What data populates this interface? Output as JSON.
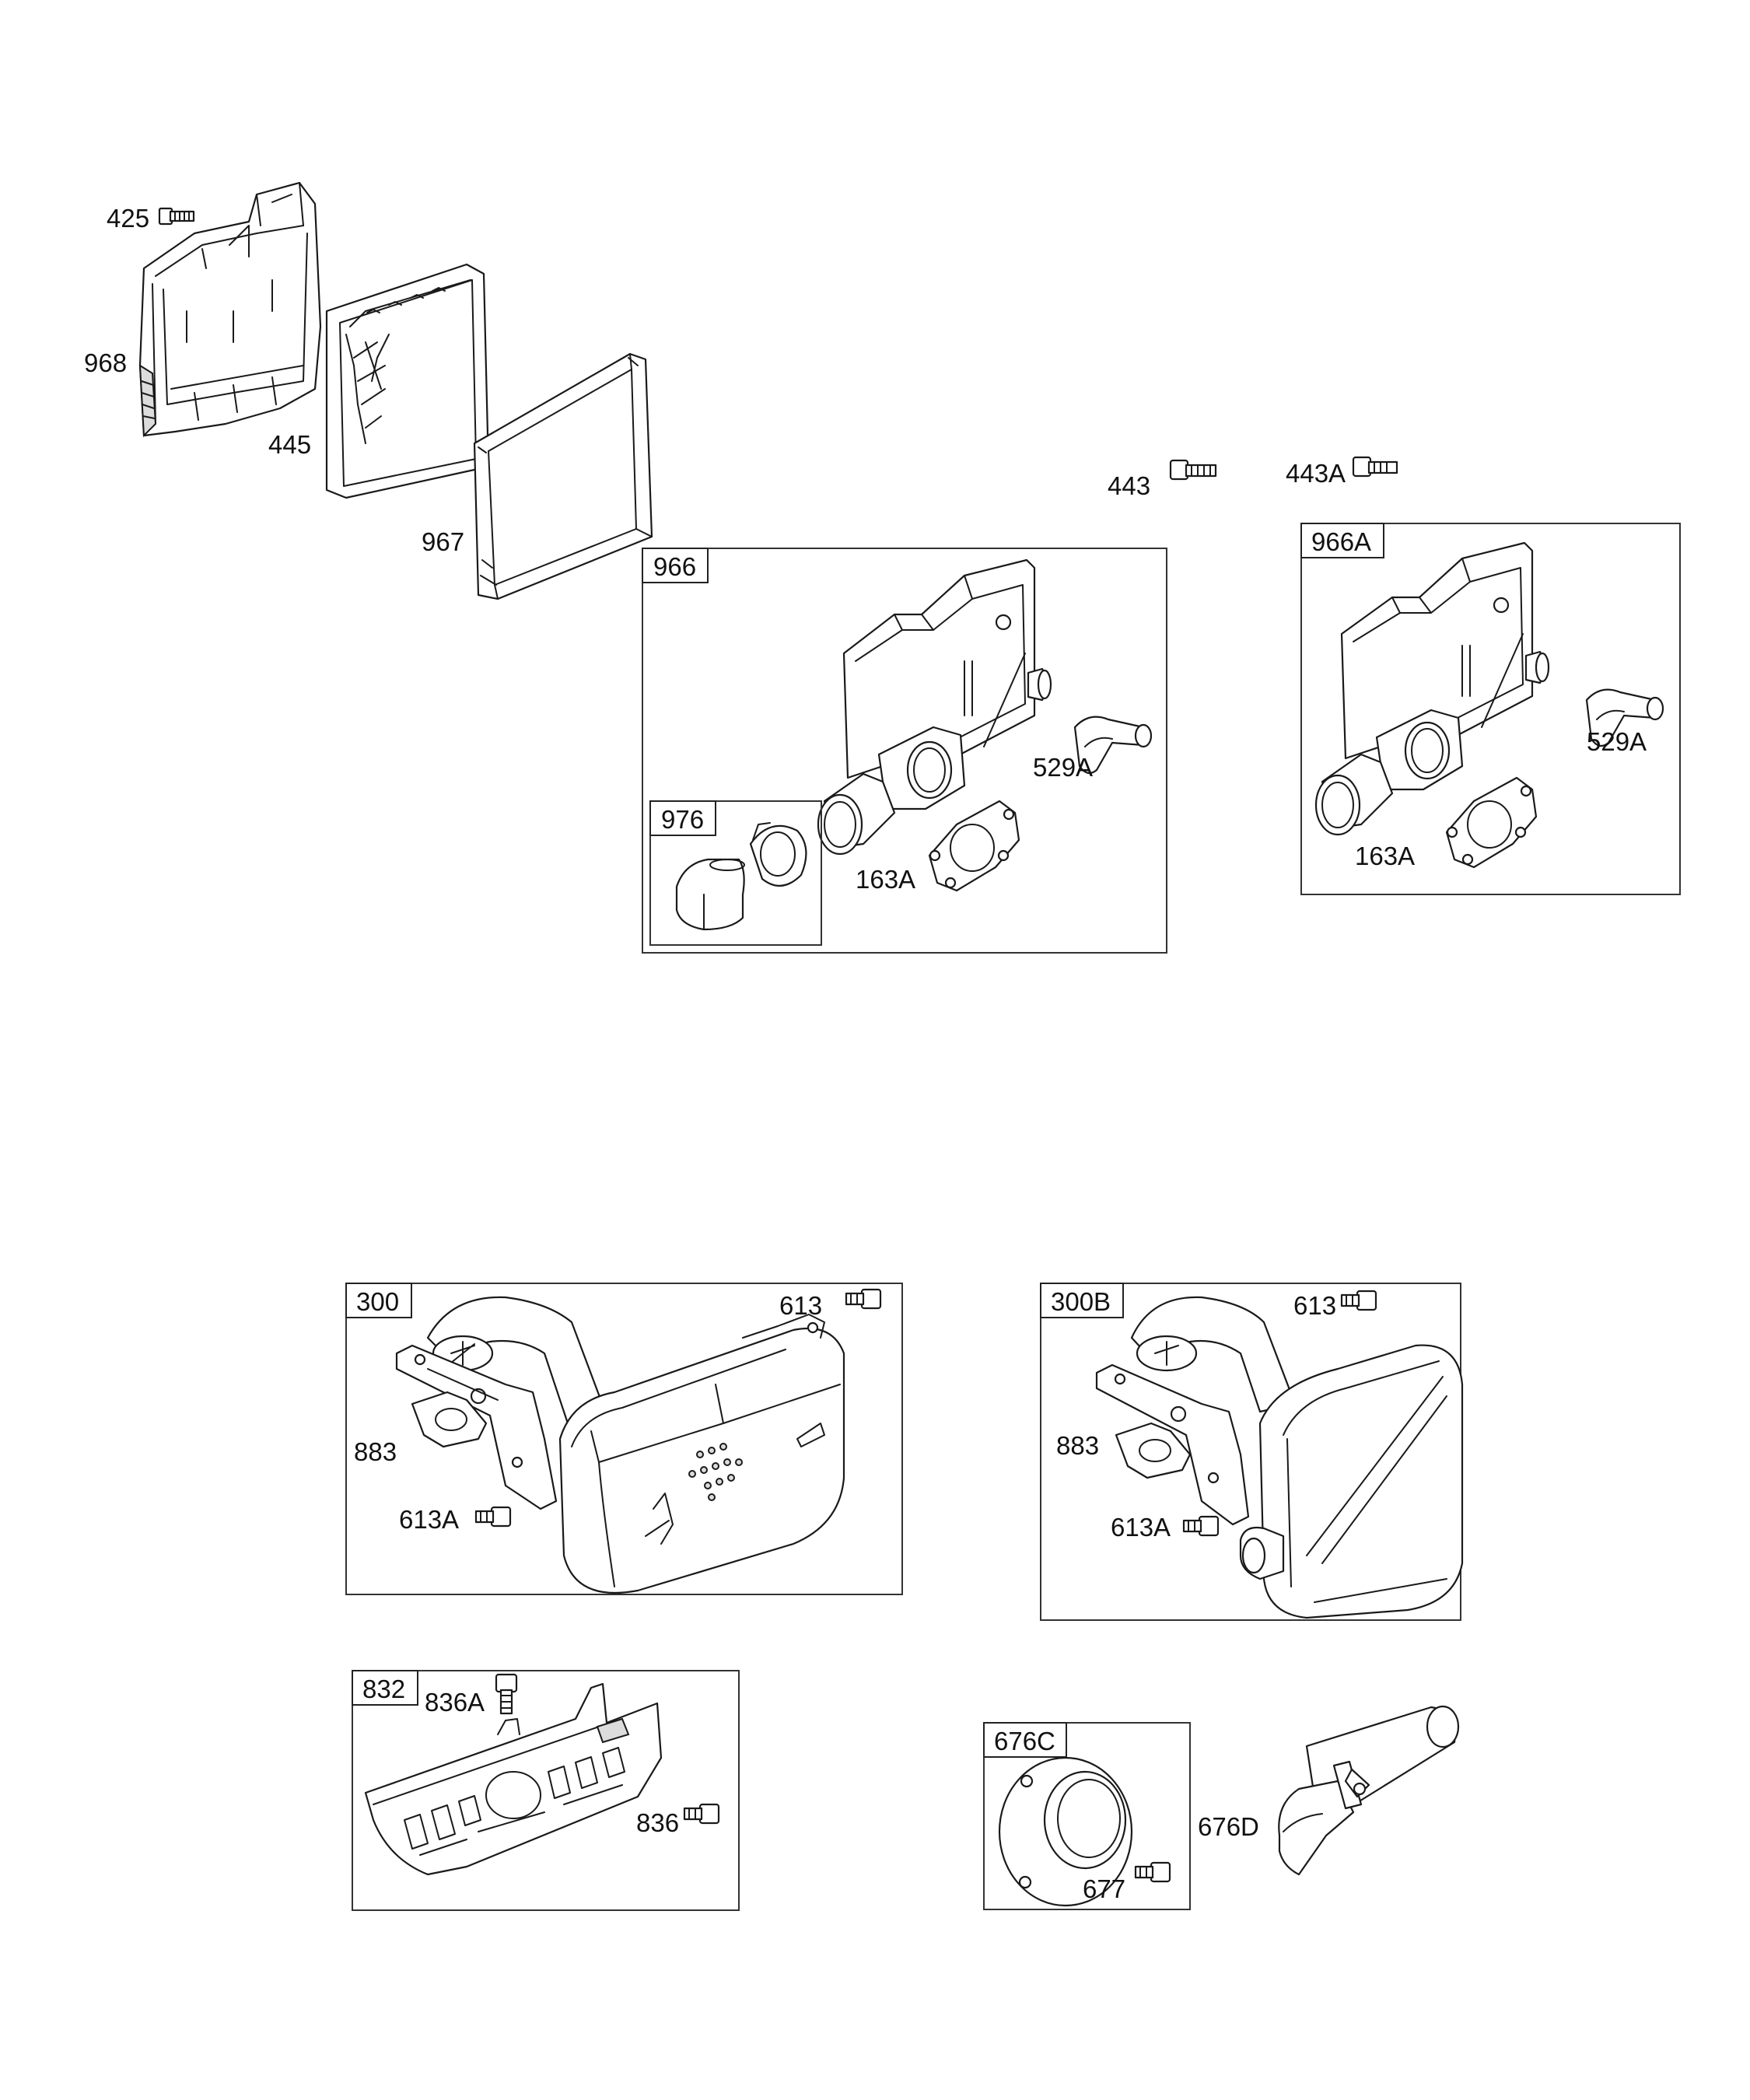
{
  "diagram": {
    "labels": {
      "l425": "425",
      "l968": "968",
      "l445": "445",
      "l967": "967",
      "l443": "443",
      "l443A": "443A",
      "l529A_1": "529A",
      "l163A_1": "163A",
      "l529A_2": "529A",
      "l163A_2": "163A",
      "l613_1": "613",
      "l883_1": "883",
      "l613A_1": "613A",
      "l613_2": "613",
      "l883_2": "883",
      "l613A_2": "613A",
      "l836A": "836A",
      "l836": "836",
      "l677": "677",
      "l676D": "676D"
    },
    "boxes": {
      "b966": "966",
      "b966A": "966A",
      "b976": "976",
      "b300": "300",
      "b300B": "300B",
      "b832": "832",
      "b676C": "676C"
    }
  }
}
